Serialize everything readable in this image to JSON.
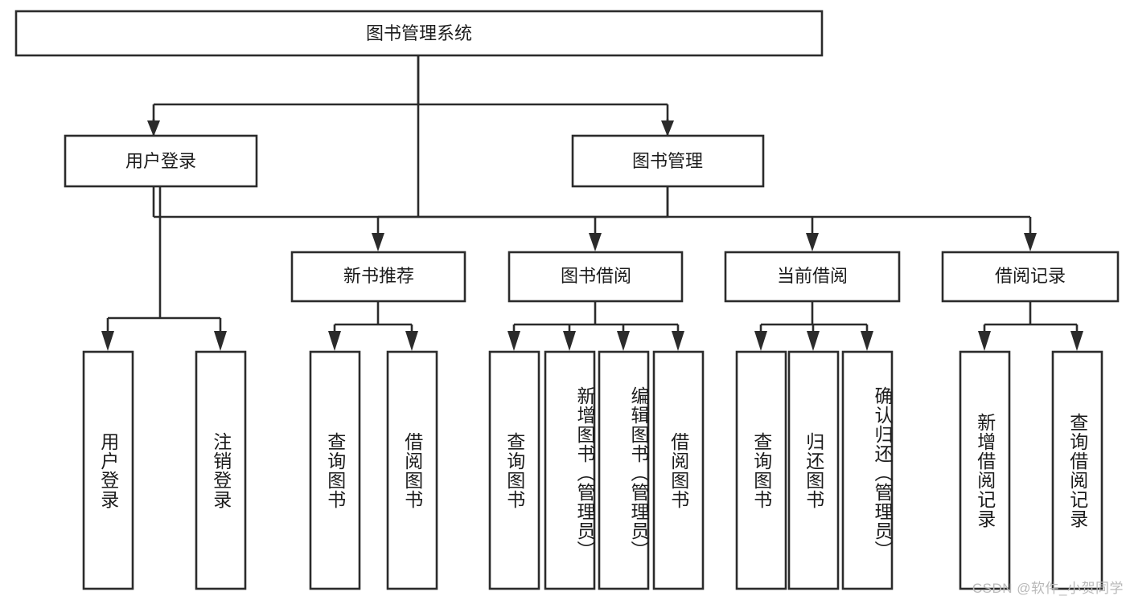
{
  "diagram": {
    "title": "图书管理系统",
    "type": "tree-hierarchy-chart",
    "watermark": "CSDN @软件_小贺同学",
    "colors": {
      "box_fill": "#ffffff",
      "box_stroke": "#2b2b2b",
      "connector": "#2b2b2b",
      "text": "#1c1c1c",
      "watermark": "#b9b9b9",
      "background": "#ffffff"
    },
    "levels": {
      "root": {
        "label": "图书管理系统"
      },
      "level2": [
        {
          "label": "用户登录"
        },
        {
          "label": "图书管理"
        }
      ],
      "level3": [
        {
          "label": "新书推荐"
        },
        {
          "label": "图书借阅"
        },
        {
          "label": "当前借阅"
        },
        {
          "label": "借阅记录"
        }
      ],
      "leaves": {
        "user_login": [
          {
            "label": "用户登录"
          },
          {
            "label": "注销登录"
          }
        ],
        "new_book_recommend": [
          {
            "label": "查询图书"
          },
          {
            "label": "借阅图书"
          }
        ],
        "book_borrow": [
          {
            "label": "查询图书"
          },
          {
            "label": "新增图书（管理员）"
          },
          {
            "label": "编辑图书（管理员）"
          },
          {
            "label": "借阅图书"
          }
        ],
        "current_borrow": [
          {
            "label": "查询图书"
          },
          {
            "label": "归还图书"
          },
          {
            "label": "确认归还（管理员）"
          }
        ],
        "borrow_record": [
          {
            "label": "新增借阅记录"
          },
          {
            "label": "查询借阅记录"
          }
        ]
      }
    }
  }
}
